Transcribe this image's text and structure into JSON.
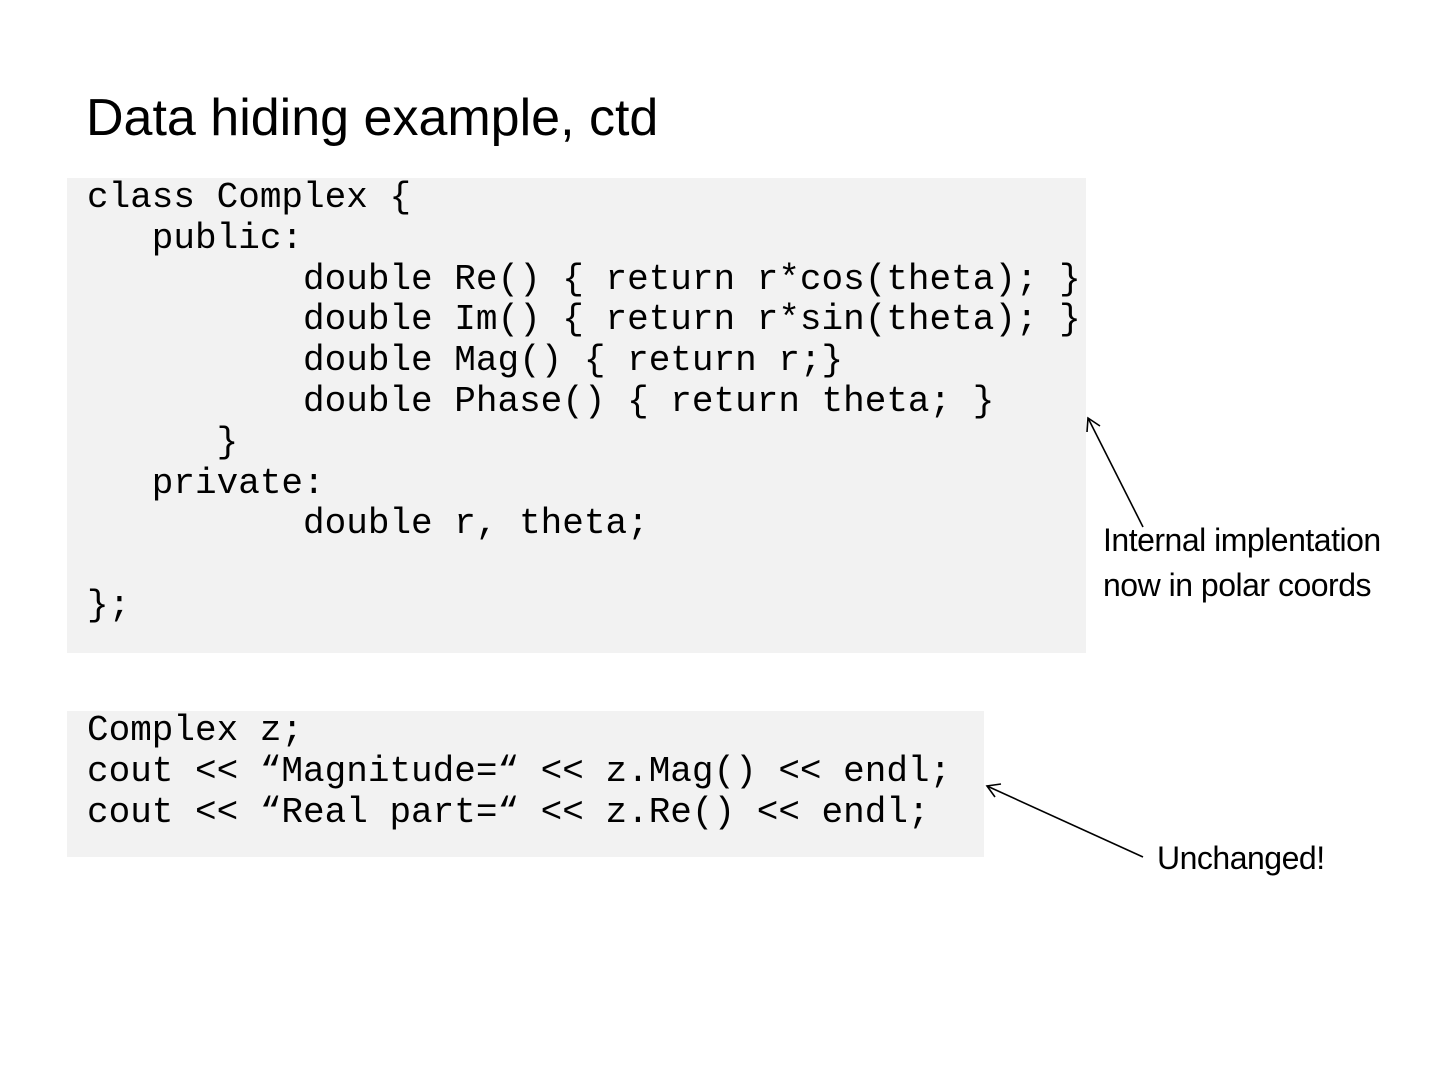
{
  "slide": {
    "title": "Data hiding example, ctd"
  },
  "class_code": {
    "lines": [
      "class Complex {",
      "   public:",
      "          double Re() { return r*cos(theta); }",
      "          double Im() { return r*sin(theta); }",
      "          double Mag() { return r;}",
      "          double Phase() { return theta; }",
      "      }",
      "   private:",
      "          double r, theta;",
      "",
      "};"
    ]
  },
  "usage_code": {
    "lines": [
      "Complex z;",
      "cout << “Magnitude=“ << z.Mag() << endl;",
      "cout << “Real part=“ << z.Re() << endl;"
    ]
  },
  "annotations": {
    "internal": {
      "line1": "Internal implentation",
      "line2": "now in polar coords"
    },
    "unchanged": {
      "text": "Unchanged!"
    }
  }
}
